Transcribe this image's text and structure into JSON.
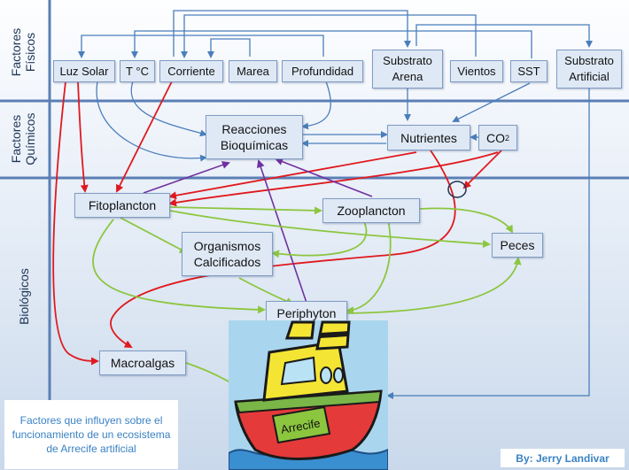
{
  "bands": {
    "fisicos": "Factores\nFísicos",
    "quimicos": "Factores\nQuímicos",
    "biologicos": "Biológicos"
  },
  "nodes": {
    "luz_solar": "Luz Solar",
    "temperatura": "T °C",
    "corriente": "Corriente",
    "marea": "Marea",
    "profundidad": "Profundidad",
    "substrato_arena": "Substrato\nArena",
    "vientos": "Vientos",
    "sst": "SST",
    "substrato_artificial": "Substrato\nArtificial",
    "reacciones": "Reacciones\nBioquímicas",
    "nutrientes": "Nutrientes",
    "co2_base": "CO",
    "co2_sub": "2",
    "fitoplancton": "Fitoplancton",
    "zooplancton": "Zooplancton",
    "organismos": "Organismos\nCalcificados",
    "peces": "Peces",
    "periphyton": "Periphyton",
    "macroalgas": "Macroalgas"
  },
  "boat": {
    "label": "Arrecife"
  },
  "caption": "Factores que influyen sobre el funcionamiento de un ecosistema de Arrecife artificial",
  "author": "By: Jerry Landivar",
  "colors": {
    "blue": "#4a7ebb",
    "red": "#e0191f",
    "green": "#8cc63f",
    "purple": "#7030a0",
    "divider": "#5b7fb5",
    "text_accent": "#3a82c4"
  }
}
